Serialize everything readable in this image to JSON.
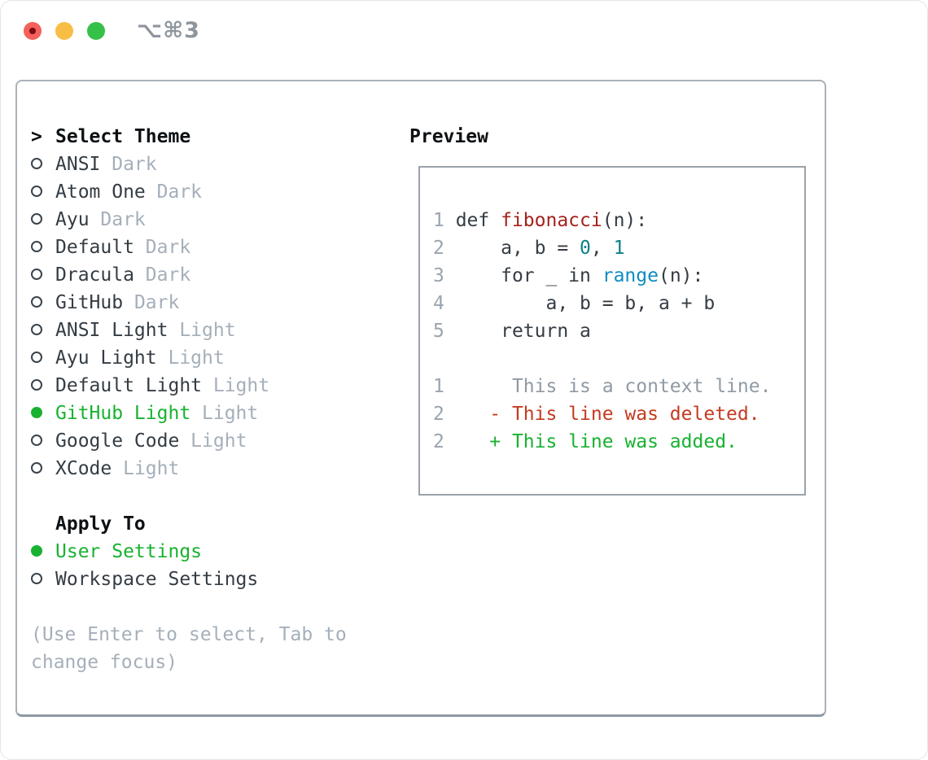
{
  "window": {
    "title": "⌥⌘3"
  },
  "colors": {
    "accent_green": "#18b230",
    "muted_gray": "#a5afba",
    "text_dark": "#343c44",
    "function_red": "#a4221e",
    "literal_teal": "#0d7f88",
    "builtin_blue": "#0f8bc0",
    "deleted_red": "#c53a20",
    "added_green": "#18b230",
    "traffic_red": "#f4605a",
    "traffic_yellow": "#f7bd45",
    "traffic_green": "#35c148"
  },
  "theme_picker": {
    "header": {
      "prefix": ">",
      "label": "Select Theme"
    },
    "items": [
      {
        "name": "ANSI",
        "variant": "Dark",
        "selected": false
      },
      {
        "name": "Atom One",
        "variant": "Dark",
        "selected": false
      },
      {
        "name": "Ayu",
        "variant": "Dark",
        "selected": false
      },
      {
        "name": "Default",
        "variant": "Dark",
        "selected": false
      },
      {
        "name": "Dracula",
        "variant": "Dark",
        "selected": false
      },
      {
        "name": "GitHub",
        "variant": "Dark",
        "selected": false
      },
      {
        "name": "ANSI Light",
        "variant": "Light",
        "selected": false
      },
      {
        "name": "Ayu Light",
        "variant": "Light",
        "selected": false
      },
      {
        "name": "Default Light",
        "variant": "Light",
        "selected": false
      },
      {
        "name": "GitHub Light",
        "variant": "Light",
        "selected": true
      },
      {
        "name": "Google Code",
        "variant": "Light",
        "selected": false
      },
      {
        "name": "XCode",
        "variant": "Light",
        "selected": false
      }
    ],
    "apply_to": {
      "label": "Apply To",
      "options": [
        {
          "name": "User Settings",
          "selected": true
        },
        {
          "name": "Workspace Settings",
          "selected": false
        }
      ]
    },
    "hint": "(Use Enter to select, Tab to change focus)"
  },
  "preview": {
    "label": "Preview",
    "lines": [
      {
        "segments": [
          {
            "text": "1 ",
            "style": "num"
          },
          {
            "text": "def ",
            "style": "code"
          },
          {
            "text": "fibonacci",
            "style": "func"
          },
          {
            "text": "(n):",
            "style": "code"
          }
        ]
      },
      {
        "segments": [
          {
            "text": "2 ",
            "style": "num"
          },
          {
            "text": "    a, b = ",
            "style": "code"
          },
          {
            "text": "0",
            "style": "lit"
          },
          {
            "text": ", ",
            "style": "code"
          },
          {
            "text": "1",
            "style": "lit"
          }
        ]
      },
      {
        "segments": [
          {
            "text": "3 ",
            "style": "num"
          },
          {
            "text": "    for _ in ",
            "style": "code"
          },
          {
            "text": "range",
            "style": "builtin"
          },
          {
            "text": "(n):",
            "style": "code"
          }
        ]
      },
      {
        "segments": [
          {
            "text": "4 ",
            "style": "num"
          },
          {
            "text": "        a, b = b, a + b",
            "style": "code"
          }
        ]
      },
      {
        "segments": [
          {
            "text": "5 ",
            "style": "num"
          },
          {
            "text": "    return a",
            "style": "code"
          }
        ]
      },
      {
        "segments": []
      },
      {
        "segments": [
          {
            "text": "1 ",
            "style": "num"
          },
          {
            "text": "     This is a context line.",
            "style": "ctx"
          }
        ]
      },
      {
        "segments": [
          {
            "text": "2 ",
            "style": "num"
          },
          {
            "text": "   ",
            "style": "code"
          },
          {
            "text": "- This line was deleted.",
            "style": "del"
          }
        ]
      },
      {
        "segments": [
          {
            "text": "2 ",
            "style": "num"
          },
          {
            "text": "   ",
            "style": "code"
          },
          {
            "text": "+ This line was added.",
            "style": "add"
          }
        ]
      }
    ]
  }
}
